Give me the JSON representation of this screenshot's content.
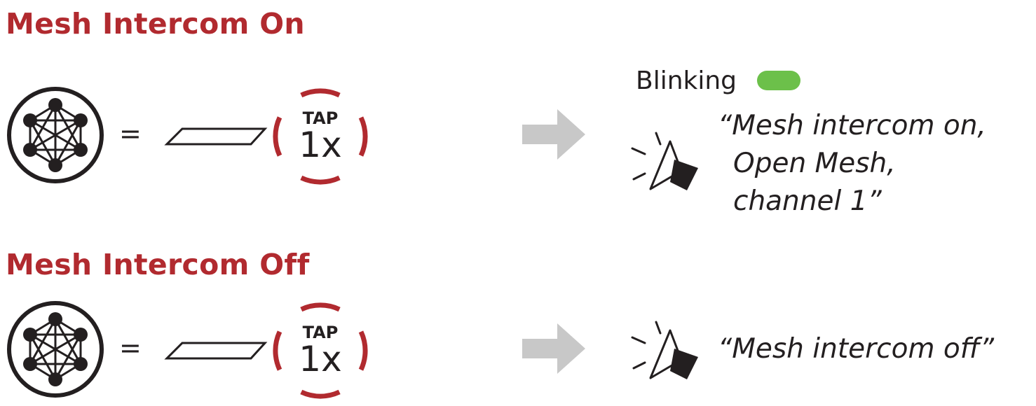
{
  "sections": [
    {
      "heading": "Mesh Intercom On",
      "button_icon": "mesh-network-button-icon",
      "equals": "=",
      "action": {
        "label": "TAP",
        "count": "1x"
      },
      "arrow_icon": "arrow-right-icon",
      "led": {
        "label": "Blinking",
        "color": "#6cc04a"
      },
      "speaker_icon": "speaker-icon",
      "voice_prompt": [
        "“Mesh intercom on,",
        "Open Mesh,",
        "channel 1”"
      ]
    },
    {
      "heading": "Mesh Intercom Off",
      "button_icon": "mesh-network-button-icon",
      "equals": "=",
      "action": {
        "label": "TAP",
        "count": "1x"
      },
      "arrow_icon": "arrow-right-icon",
      "speaker_icon": "speaker-icon",
      "voice_prompt": [
        "“Mesh intercom off”"
      ]
    }
  ],
  "colors": {
    "heading": "#b12a2f",
    "tap_ring": "#b12a2f",
    "arrow": "#c8c8c8",
    "text": "#231f20"
  }
}
